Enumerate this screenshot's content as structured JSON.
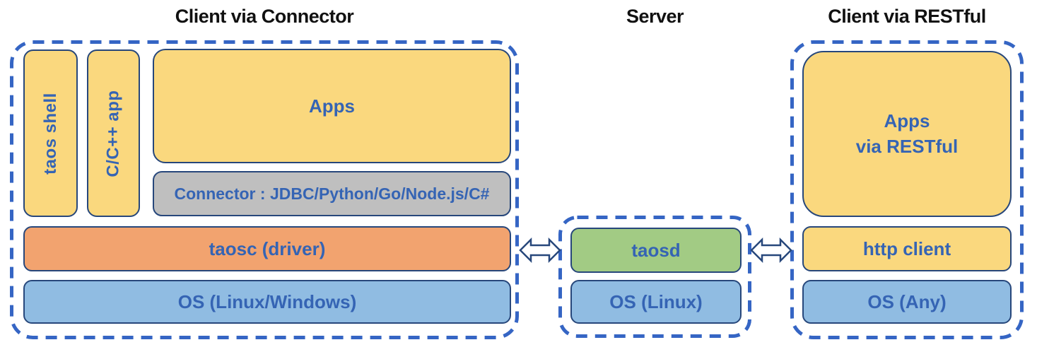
{
  "sections": {
    "connector_client": {
      "title": "Client via Connector",
      "boxes": {
        "taos_shell": "taos shell",
        "cpp_app": "C/C++ app",
        "apps": "Apps",
        "connector": "Connector : JDBC/Python/Go/Node.js/C#",
        "taosc": "taosc (driver)",
        "os": "OS (Linux/Windows)"
      }
    },
    "server": {
      "title": "Server",
      "boxes": {
        "taosd": "taosd",
        "os": "OS (Linux)"
      }
    },
    "restful_client": {
      "title": "Client via RESTful",
      "boxes": {
        "apps_restful": "Apps\nvia RESTful",
        "http_client": "http client",
        "os": "OS (Any)"
      }
    }
  },
  "icons": {
    "left_link": "double-arrow-icon",
    "right_link": "double-arrow-icon"
  },
  "colors": {
    "box_yellow": "#FAD87E",
    "box_orange": "#F2A36F",
    "box_blue": "#90BCE2",
    "box_green": "#A2CB84",
    "box_gray": "#BFBFBF",
    "box_border": "#27477B",
    "dashed_border": "#3565C4",
    "label_text": "#3564B4",
    "title_text": "#111111",
    "background": "#FFFFFF"
  }
}
